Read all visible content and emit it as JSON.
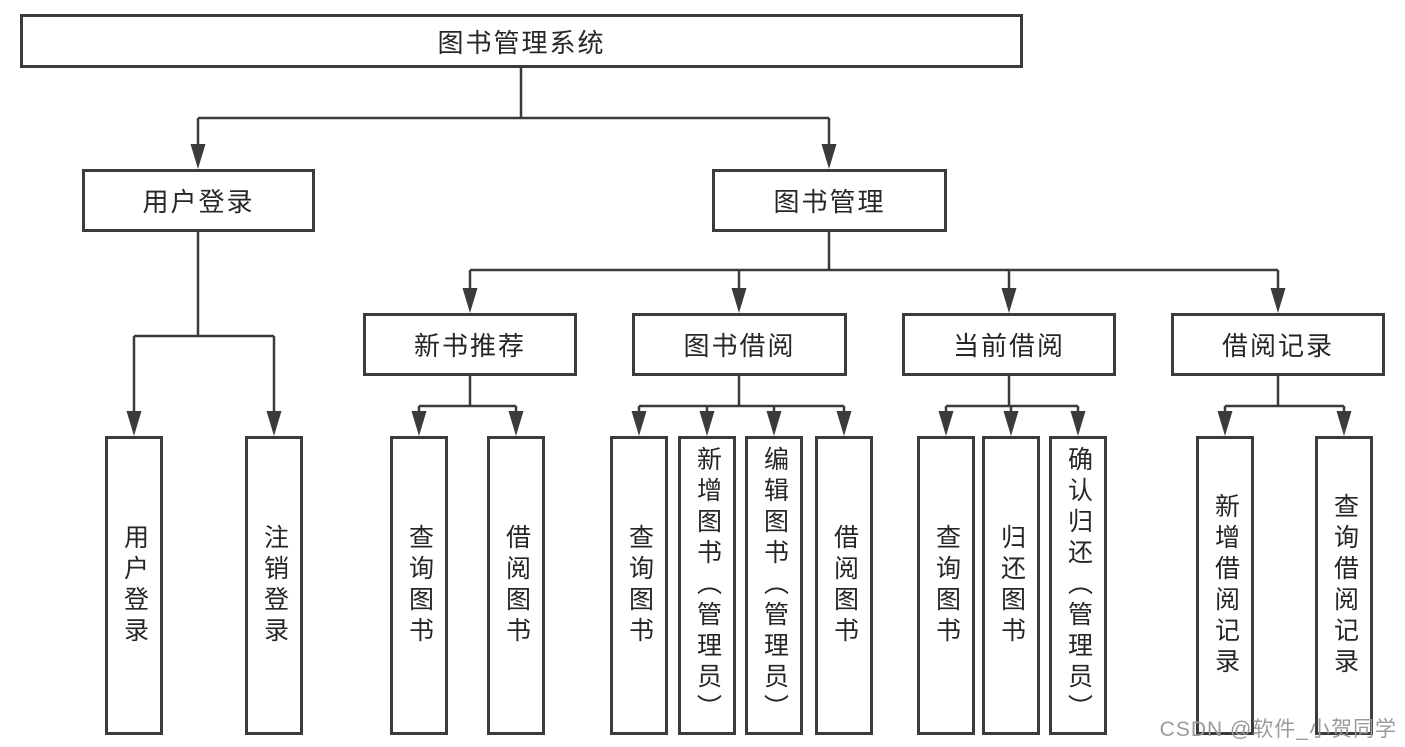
{
  "diagram": {
    "root": {
      "label": "图书管理系统"
    },
    "level2": [
      {
        "label": "用户登录"
      },
      {
        "label": "图书管理"
      }
    ],
    "level3": [
      {
        "label": "新书推荐"
      },
      {
        "label": "图书借阅"
      },
      {
        "label": "当前借阅"
      },
      {
        "label": "借阅记录"
      }
    ],
    "level4": [
      {
        "label": "用户登录"
      },
      {
        "label": "注销登录"
      },
      {
        "label": "查询图书"
      },
      {
        "label": "借阅图书"
      },
      {
        "label": "查询图书"
      },
      {
        "label": "新增图书（管理员）"
      },
      {
        "label": "编辑图书（管理员）"
      },
      {
        "label": "借阅图书"
      },
      {
        "label": "查询图书"
      },
      {
        "label": "归还图书"
      },
      {
        "label": "确认归还（管理员）"
      },
      {
        "label": "新增借阅记录"
      },
      {
        "label": "查询借阅记录"
      }
    ]
  },
  "watermark": {
    "text": "CSDN @软件_小贺同学"
  },
  "colors": {
    "line": "#3b3b3b",
    "box_border": "#3b3b3b",
    "box_fill": "#ffffff",
    "text": "#262626",
    "watermark": "#9b9b9b"
  }
}
